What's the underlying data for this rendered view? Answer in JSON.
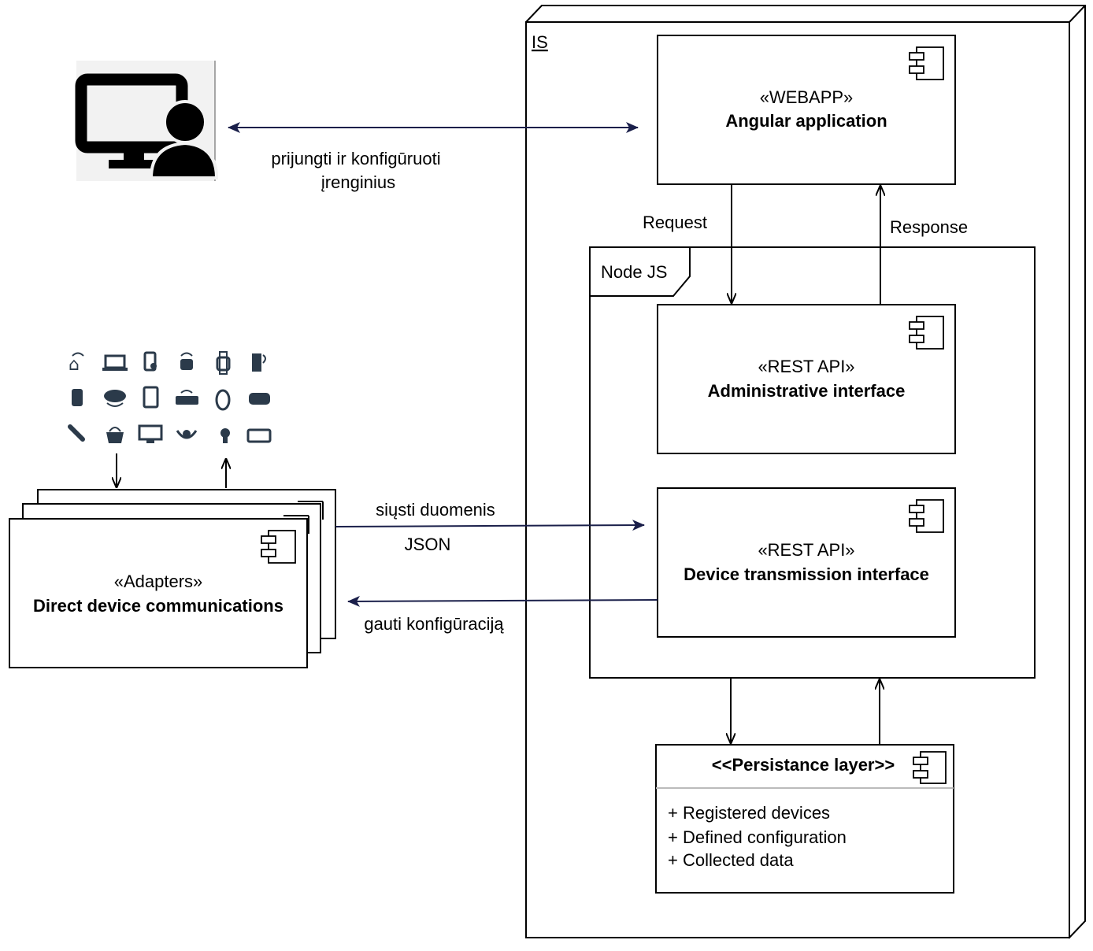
{
  "node_is": {
    "label": "IS"
  },
  "node_js": {
    "label": "Node JS"
  },
  "webapp": {
    "stereotype": "«WEBAPP»",
    "name": "Angular application"
  },
  "admin_api": {
    "stereotype": "«REST API»",
    "name": "Administrative interface"
  },
  "device_api": {
    "stereotype": "«REST API»",
    "name": "Device transmission interface"
  },
  "adapters": {
    "stereotype": "«Adapters»",
    "name": "Direct device communications"
  },
  "persistence": {
    "title": "<<Persistance layer>>",
    "items": [
      "+ Registered devices",
      "+ Defined configuration",
      "+ Collected data"
    ]
  },
  "edges": {
    "user_webapp": [
      "prijungti ir konfigūruoti",
      "įrenginius"
    ],
    "request": "Request",
    "response": "Response",
    "send_data": "siųsti duomenis",
    "json": "JSON",
    "get_config": "gauti konfigūraciją"
  },
  "icons": {
    "user": "user-at-computer-icon",
    "component": "uml-component-icon",
    "devices": [
      "smart-home-icon",
      "laptop-icon",
      "smartphone-touch-icon",
      "smart-plug-icon",
      "smartwatch-icon",
      "smart-lock-icon",
      "remote-control-icon",
      "cloud-wifi-icon",
      "tablet-icon",
      "router-icon",
      "smart-mouse-icon",
      "vr-headset-icon",
      "stylus-icon",
      "smart-basket-icon",
      "monitor-icon",
      "wireless-hub-icon",
      "smart-bulb-icon",
      "keyboard-icon"
    ]
  },
  "colors": {
    "edge": "#1a1f4a",
    "line": "#000000",
    "device_icons": "#2b3a4a"
  }
}
